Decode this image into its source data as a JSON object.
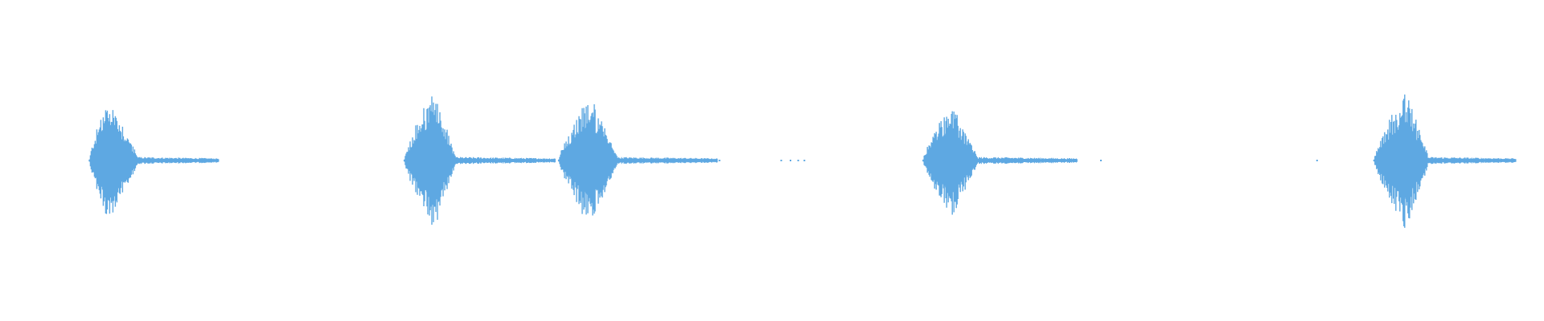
{
  "colors": {
    "background": "#ffffff",
    "waveform": "#5ea8e2"
  },
  "chart_data": {
    "type": "area",
    "title": "",
    "xlabel": "",
    "ylabel": "",
    "grid": false,
    "legend": "none",
    "xlim": [
      0,
      1
    ],
    "ylim": [
      -1,
      1
    ],
    "series": [
      {
        "bursts": [
          {
            "start": 0.058,
            "peak": 0.071,
            "end": 0.089,
            "amplitude": 0.83,
            "tail_end": 0.142,
            "tail_amplitude": 0.02
          },
          {
            "start": 0.262,
            "peak": 0.281,
            "end": 0.295,
            "amplitude": 0.88,
            "tail_end": 0.36,
            "tail_amplitude": 0.02
          },
          {
            "start": 0.362,
            "peak": 0.382,
            "end": 0.4,
            "amplitude": 0.82,
            "tail_end": 0.465,
            "tail_amplitude": 0.02
          },
          {
            "start": 0.598,
            "peak": 0.616,
            "end": 0.633,
            "amplitude": 0.72,
            "tail_end": 0.698,
            "tail_amplitude": 0.02
          },
          {
            "start": 0.89,
            "peak": 0.911,
            "end": 0.925,
            "amplitude": 0.88,
            "tail_end": 0.982,
            "tail_amplitude": 0.02
          }
        ],
        "specks": [
          0.466,
          0.506,
          0.512,
          0.517,
          0.521,
          0.713,
          0.853
        ]
      }
    ]
  }
}
